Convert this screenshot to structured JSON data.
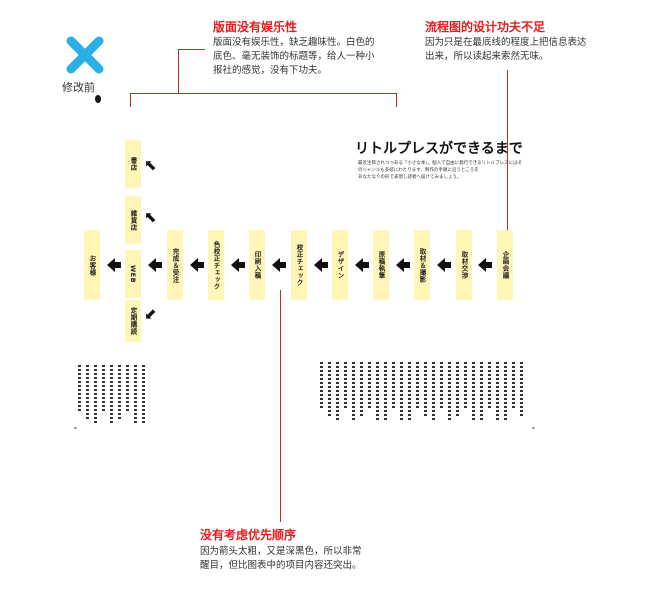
{
  "before_marker": {
    "icon": "x-icon",
    "label": "修改前",
    "color": "#2ab0e6"
  },
  "annotations": {
    "top_left": {
      "title": "版面没有娱乐性",
      "body": "版面没有娱乐性，缺乏趣味性。白色的底色、毫无装饰的标题等，给人一种小报社的感觉，没有下功夫。"
    },
    "top_right": {
      "title": "流程图的设计功夫不足",
      "body": "因为只是在最底线的程度上把信息表达出来，所以读起来索然无味。"
    },
    "bottom": {
      "title": "没有考虑优先顺序",
      "body": "因为箭头太粗，又是深黑色，所以非常醒目，但比图表中的项目内容还突出。"
    }
  },
  "doc": {
    "title": "リトルプレスができるまで",
    "intro": [
      "最近注目されつつある「小さな本」。個人で自由に発行できるリトルプレスにはそのジャンルも多岐にわたります。制作の手順に沿うところを",
      "あなたなりの形で表現し読者へ届けてみましょう。"
    ],
    "flow_main": [
      "企画会議",
      "取材交渉",
      "取材＆撮影",
      "原稿執筆",
      "デザイン",
      "校正チェック",
      "印刷入稿",
      "色校正チェック",
      "完成＆受注"
    ],
    "branches": [
      "書店",
      "雑貨店",
      "WEB",
      "定期購読"
    ],
    "end": "お客様"
  },
  "colors": {
    "accent_red": "#e02020",
    "box_yellow": "#fff6b8",
    "line_red": "#c0282a"
  }
}
